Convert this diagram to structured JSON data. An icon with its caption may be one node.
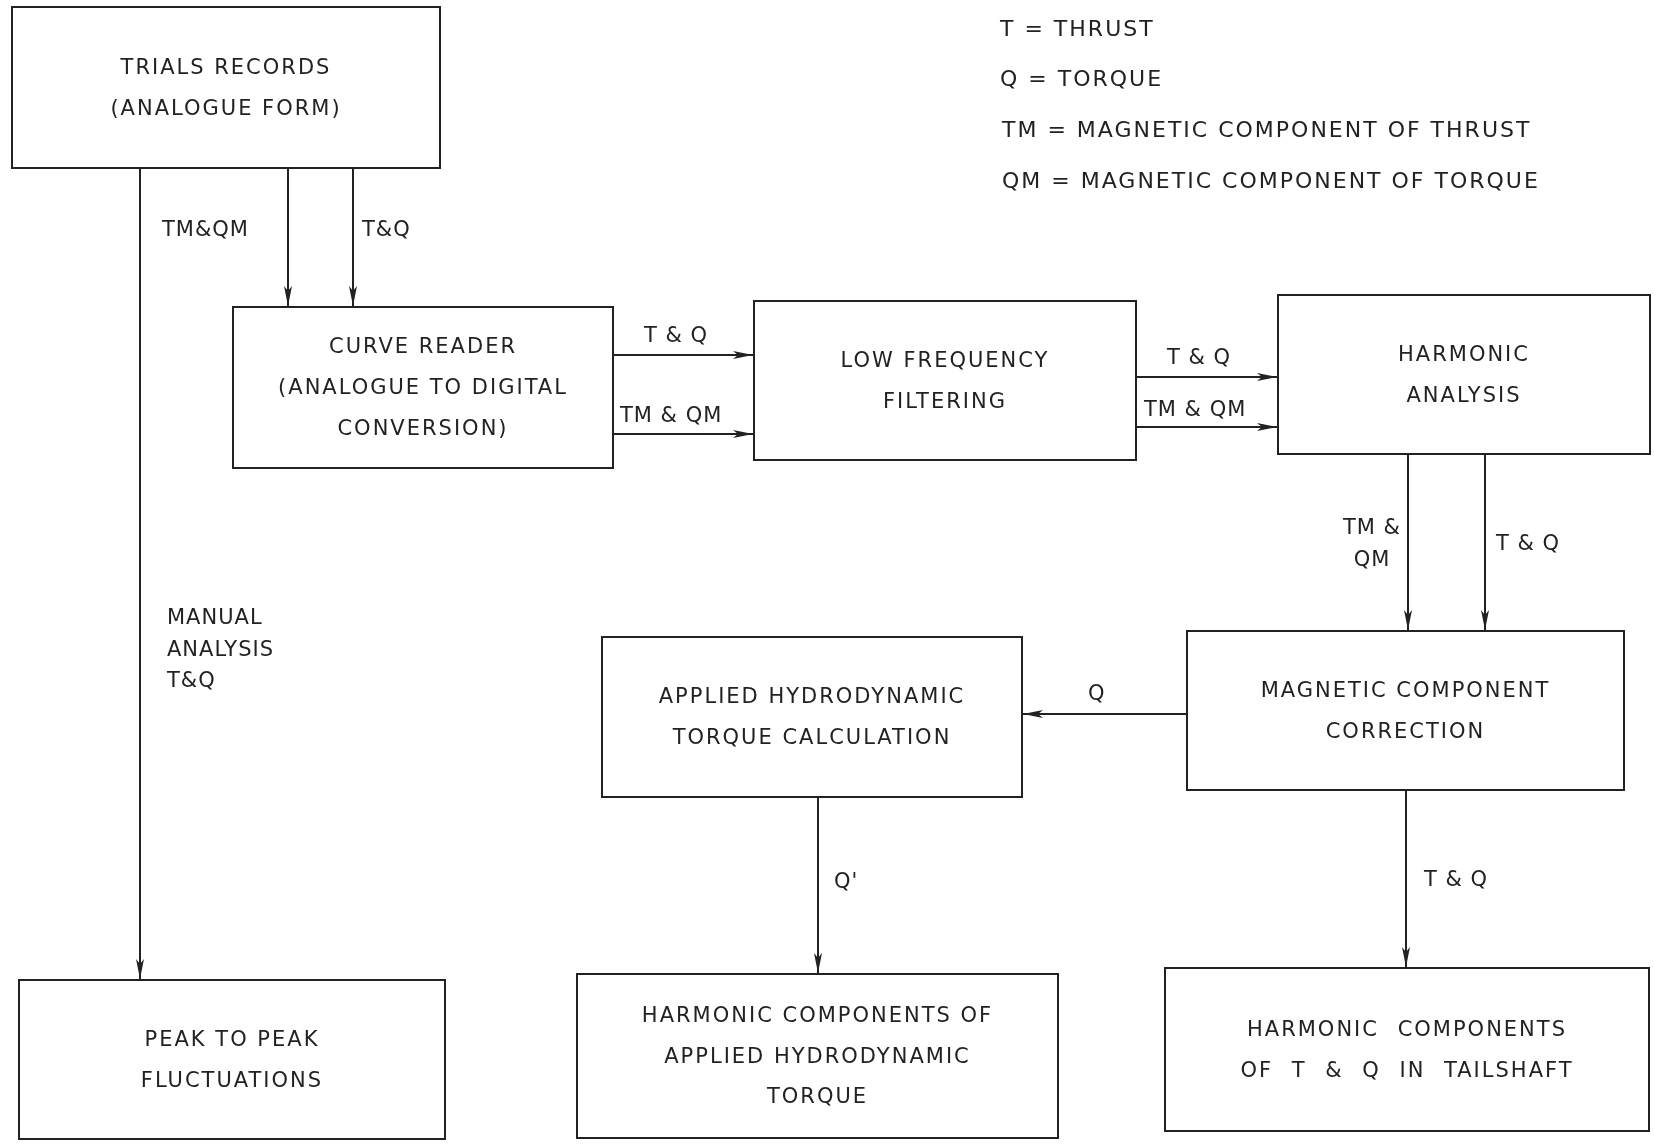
{
  "diagram": {
    "nodes": [
      {
        "text": [
          "TRIALS RECORDS (ANALOGUE FORM)"
        ]
      },
      {
        "text": [
          "CURVE READER (ANALOGUE TO DIGITAL CONVERSION)"
        ]
      },
      {
        "text": [
          "LOW FREQUENCY FILTERING"
        ]
      },
      {
        "text": [
          "HARMONIC ANALYSIS"
        ]
      },
      {
        "text": [
          "MAGNETIC COMPONENT CORRECTION"
        ]
      },
      {
        "text": [
          "APPLIED HYDRODYNAMIC TORQUE CALCULATION"
        ]
      },
      {
        "text": [
          "PEAK TO PEAK FLUCTUATIONS"
        ]
      },
      {
        "text": [
          "HARMONIC COMPONENTS OF APPLIED HYDRODYNAMIC TORQUE"
        ]
      },
      {
        "text": [
          "HARMONIC COMPONENTS OF T & Q IN TAILSHAFT"
        ]
      }
    ],
    "edges": [
      {
        "from": 0,
        "to": 1,
        "arrow": "to",
        "label": "TM&QM"
      },
      {
        "from": 0,
        "to": 1,
        "arrow": "to",
        "label": "T&Q"
      },
      {
        "from": 0,
        "to": 6,
        "arrow": "to",
        "label": "MANUAL ANALYSIS T&Q"
      },
      {
        "from": 1,
        "to": 2,
        "arrow": "to",
        "label": "T & Q"
      },
      {
        "from": 1,
        "to": 2,
        "arrow": "to",
        "label": "TM & QM"
      },
      {
        "from": 2,
        "to": 3,
        "arrow": "to",
        "label": "T & Q"
      },
      {
        "from": 2,
        "to": 3,
        "arrow": "to",
        "label": "TM & QM"
      },
      {
        "from": 3,
        "to": 4,
        "arrow": "to",
        "label": "TM & QM"
      },
      {
        "from": 3,
        "to": 4,
        "arrow": "to",
        "label": "T & Q"
      },
      {
        "from": 4,
        "to": 5,
        "arrow": "to",
        "label": "Q"
      },
      {
        "from": 5,
        "to": 7,
        "arrow": "to",
        "label": "Q'"
      },
      {
        "from": 4,
        "to": 8,
        "arrow": "to",
        "label": "T & Q"
      }
    ],
    "labels": [
      "T = THRUST",
      "Q = TORQUE",
      "TM = MAGNETIC COMPONENT OF THRUST",
      "QM = MAGNETIC COMPONENT OF TORQUE"
    ]
  }
}
